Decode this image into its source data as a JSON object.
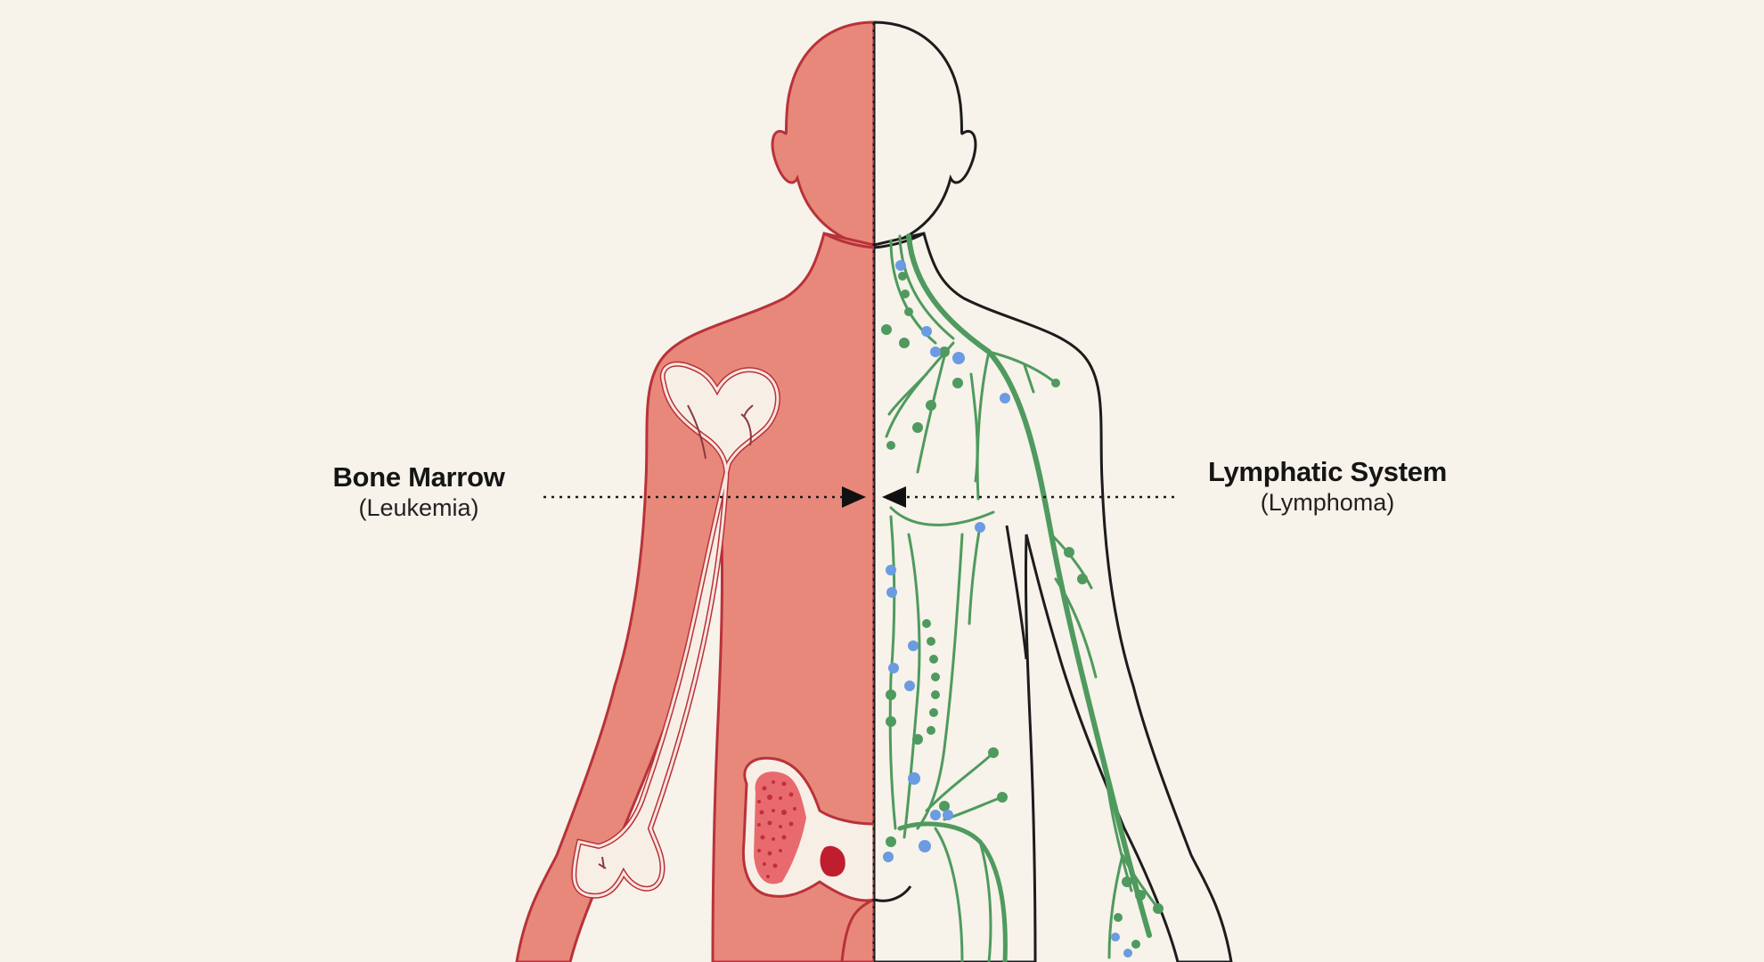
{
  "diagram": {
    "type": "split-body-comparison",
    "background_color": "#f7f2ea",
    "divider": {
      "style": "dotted",
      "color": "#1a1a1a",
      "position": "vertical-midline"
    }
  },
  "left_panel": {
    "title": "Bone Marrow",
    "subtitle": "(Leukemia)",
    "fill_color": "#e8887a",
    "outline_color": "#b8323a",
    "bone_color": "#f7efe6",
    "marrow_dot_color": "#c9303c",
    "highlighted_structures": [
      "humerus",
      "femur",
      "pelvis-marrow",
      "hip-socket"
    ],
    "arrow": {
      "direction": "right",
      "points_to": "midline"
    }
  },
  "right_panel": {
    "title": "Lymphatic System",
    "subtitle": "(Lymphoma)",
    "fill_color": "#f7f2ea",
    "outline_color": "#1c1c1c",
    "vessel_color": "#4f9a5e",
    "node_color": "#4f9a5e",
    "affected_node_color": "#6b9be0",
    "highlighted_structures": [
      "lymph-vessels",
      "lymph-nodes",
      "axillary-nodes",
      "inguinal-nodes"
    ],
    "arrow": {
      "direction": "left",
      "points_to": "midline"
    }
  }
}
